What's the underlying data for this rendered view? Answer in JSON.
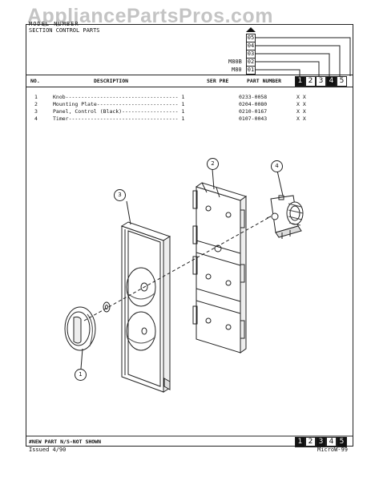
{
  "watermark": "AppliancePartsPros.com",
  "header": {
    "model_line": "MODEL NUMBER",
    "section_line": "SECTION  CONTROL PARTS"
  },
  "models": [
    {
      "code": "05",
      "label": ""
    },
    {
      "code": "04",
      "label": ""
    },
    {
      "code": "03",
      "label": ""
    },
    {
      "code": "02",
      "label": "M80B"
    },
    {
      "code": "01",
      "label": "M80"
    }
  ],
  "columns": {
    "no": "NO.",
    "description": "DESCRIPTION",
    "ser_pre": "SER PRE",
    "part_number": "PART NUMBER"
  },
  "column_numbers": [
    "1",
    "2",
    "3",
    "4",
    "5"
  ],
  "parts": [
    {
      "no": "1",
      "description": "Knob------------------------------------ 1",
      "part_number": "0233-0058",
      "marks": "X  X"
    },
    {
      "no": "2",
      "description": "Mounting Plate-------------------------- 1",
      "part_number": "0204-0080",
      "marks": "X  X"
    },
    {
      "no": "3",
      "description": "Panel, Control (Black)------------------ 1",
      "part_number": "0210-0167",
      "marks": "X  X"
    },
    {
      "no": "4",
      "description": "Timer----------------------------------- 1",
      "part_number": "0107-0043",
      "marks": "X  X"
    }
  ],
  "callouts": [
    "1",
    "2",
    "3",
    "4"
  ],
  "footer": {
    "legend": "#NEW PART  N/S-NOT SHOWN",
    "issued": "Issued 4/90",
    "code": "MicroW-99"
  }
}
